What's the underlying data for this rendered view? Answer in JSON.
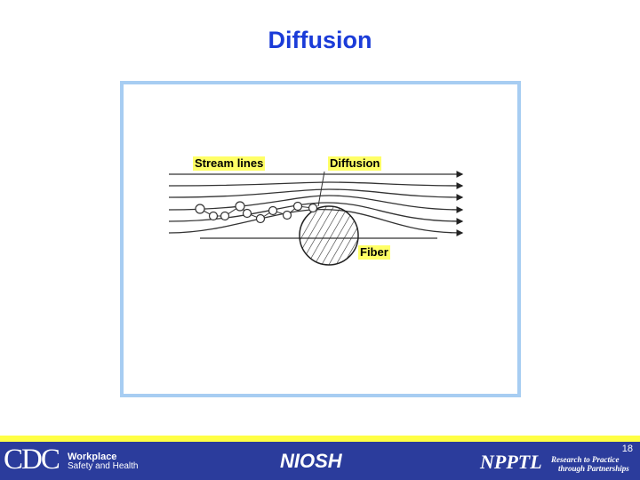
{
  "slide": {
    "title": "Diffusion",
    "page_number": "18"
  },
  "diagram": {
    "labels": {
      "stream": "Stream lines",
      "diffusion": "Diffusion",
      "fiber": "Fiber"
    }
  },
  "footer": {
    "cdc": "CDC",
    "workplace": "Workplace",
    "safety": "Safety and Health",
    "niosh": "NIOSH",
    "npptl": "NPPTL",
    "tagline1": "Research to Practice",
    "tagline2": "through Partnerships"
  },
  "colors": {
    "title": "#1a3bd8",
    "frame": "#a7cdf2",
    "footer": "#2b3c9c",
    "highlight": "#ffff66"
  }
}
